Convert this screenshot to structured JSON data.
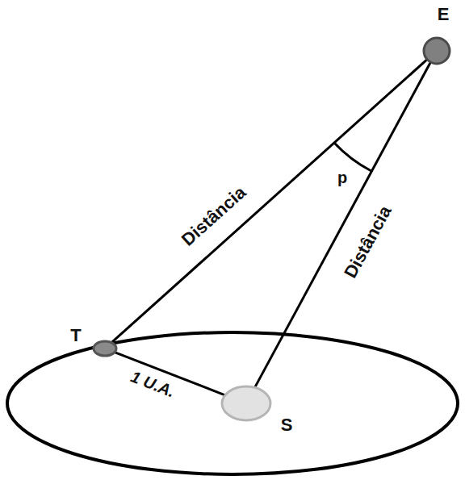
{
  "diagram": {
    "nodes": [
      {
        "text": [
          "E"
        ]
      },
      {
        "text": [
          "T"
        ]
      },
      {
        "text": [
          "S"
        ]
      }
    ],
    "edges": [
      {
        "from": 1,
        "to": 0,
        "label": "Distância",
        "arrow": "none"
      },
      {
        "from": 2,
        "to": 0,
        "label": "Distância",
        "arrow": "none"
      },
      {
        "from": 1,
        "to": 2,
        "label": "1 U.A.",
        "arrow": "none"
      }
    ],
    "labels": [
      "p"
    ]
  }
}
